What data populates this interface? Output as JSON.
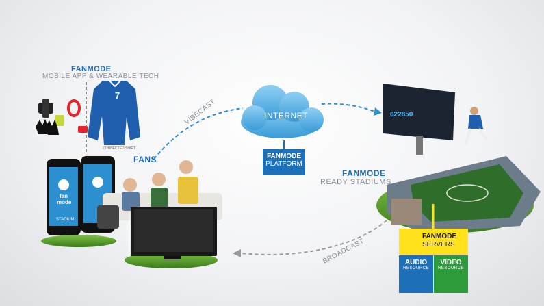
{
  "top": {
    "brand": "FANMODE",
    "subtitle": "MOBILE APP & WEARABLE TECH"
  },
  "shirt_caption": "CONNECTED SHIRT",
  "fans_label": "FANS",
  "vibecast_label": "VIBECAST",
  "internet_label": "INTERNET",
  "platform": {
    "line1": "FANMODE",
    "line2": "PLATFORM"
  },
  "stadium": {
    "brand": "FANMODE",
    "subtitle": "READY STADIUMS"
  },
  "servers": {
    "line1": "FANMODE",
    "line2": "SERVERS"
  },
  "audio": {
    "line1": "AUDIO",
    "line2": "RESOURCE"
  },
  "video": {
    "line1": "VIDEO",
    "line2": "RESOURCE"
  },
  "broadcast_label": "BROADCAST",
  "phone": {
    "logo_line1": "fan",
    "logo_line2": "mode",
    "screen_text": "STADIUM"
  },
  "scoreboard": {
    "value": "622850"
  },
  "shirt_number": "7",
  "colors": {
    "brand_blue": "#1d6fb8",
    "server_yellow": "#ffe21c",
    "video_green": "#2e9b3a",
    "cloud_blue": "#5ab4e6"
  },
  "icons": [
    "watch-icon",
    "glove-icon",
    "cloud-icon",
    "tv-icon",
    "phone-icon",
    "stadium-icon",
    "speaker-icon",
    "play-icon",
    "server-icon"
  ]
}
